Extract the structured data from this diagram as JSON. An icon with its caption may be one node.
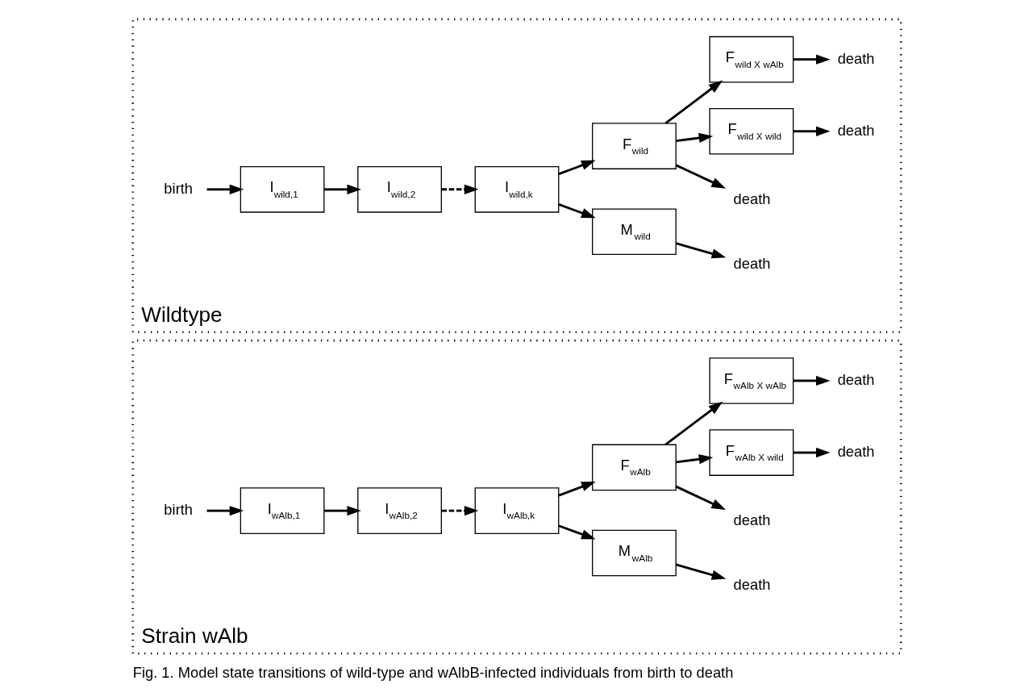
{
  "diagram": {
    "caption": "Fig. 1. Model state transitions of wild-type and wAlbB-infected individuals from birth to death",
    "nodes": [
      {
        "text": [
          "Wildtype"
        ]
      },
      {
        "text": [
          "birth"
        ],
        "in": 0
      },
      {
        "text": [
          "I$_{wild,1}$"
        ],
        "in": 0
      },
      {
        "text": [
          "I$_{wild,2}$"
        ],
        "in": 0
      },
      {
        "text": [
          "I$_{wild,k}$"
        ],
        "in": 0
      },
      {
        "text": [
          "M$_{wild}$"
        ],
        "in": 0
      },
      {
        "text": [
          "death"
        ],
        "in": 0
      },
      {
        "text": [
          "F$_{wild}$"
        ],
        "in": 0
      },
      {
        "text": [
          "death"
        ],
        "in": 0
      },
      {
        "text": [
          "F$_{wild X wild}$"
        ],
        "in": 0
      },
      {
        "text": [
          "death"
        ],
        "in": 0
      },
      {
        "text": [
          "F$_{wild X wAlb}$"
        ],
        "in": 0
      },
      {
        "text": [
          "death"
        ],
        "in": 0
      },
      {
        "text": [
          "Strain wAlb"
        ]
      },
      {
        "text": [
          "birth"
        ],
        "in": 13
      },
      {
        "text": [
          "I$_{wAlb,1}$"
        ],
        "in": 13
      },
      {
        "text": [
          "I$_{wAlb,2}$"
        ],
        "in": 13
      },
      {
        "text": [
          "I$_{wAlb,k}$"
        ],
        "in": 13
      },
      {
        "text": [
          "M$_{wAlb}$"
        ],
        "in": 13
      },
      {
        "text": [
          "death"
        ],
        "in": 13
      },
      {
        "text": [
          "F$_{wAlb}$"
        ],
        "in": 13
      },
      {
        "text": [
          "death"
        ],
        "in": 13
      },
      {
        "text": [
          "F$_{wAlb X wild}$"
        ],
        "in": 13
      },
      {
        "text": [
          "death"
        ],
        "in": 13
      },
      {
        "text": [
          "F$_{wAlb X wAlb}$"
        ],
        "in": 13
      },
      {
        "text": [
          "death"
        ],
        "in": 13
      }
    ],
    "edges": [
      {
        "from": 1,
        "to": 2,
        "arrow": "to"
      },
      {
        "from": 2,
        "to": 3,
        "arrow": "to"
      },
      {
        "from": 3,
        "to": 4,
        "arrow": "to",
        "style": "dashed"
      },
      {
        "from": 4,
        "to": 5,
        "arrow": "to"
      },
      {
        "from": 4,
        "to": 7,
        "arrow": "to"
      },
      {
        "from": 5,
        "to": 6,
        "arrow": "to"
      },
      {
        "from": 7,
        "to": 8,
        "arrow": "to"
      },
      {
        "from": 7,
        "to": 9,
        "arrow": "to"
      },
      {
        "from": 7,
        "to": 11,
        "arrow": "to"
      },
      {
        "from": 9,
        "to": 10,
        "arrow": "to"
      },
      {
        "from": 11,
        "to": 12,
        "arrow": "to"
      },
      {
        "from": 14,
        "to": 15,
        "arrow": "to"
      },
      {
        "from": 15,
        "to": 16,
        "arrow": "to"
      },
      {
        "from": 16,
        "to": 17,
        "arrow": "to",
        "style": "dashed"
      },
      {
        "from": 17,
        "to": 18,
        "arrow": "to"
      },
      {
        "from": 17,
        "to": 20,
        "arrow": "to"
      },
      {
        "from": 18,
        "to": 19,
        "arrow": "to"
      },
      {
        "from": 20,
        "to": 21,
        "arrow": "to"
      },
      {
        "from": 20,
        "to": 22,
        "arrow": "to"
      },
      {
        "from": 20,
        "to": 24,
        "arrow": "to"
      },
      {
        "from": 22,
        "to": 23,
        "arrow": "to"
      },
      {
        "from": 24,
        "to": 25,
        "arrow": "to"
      }
    ]
  }
}
